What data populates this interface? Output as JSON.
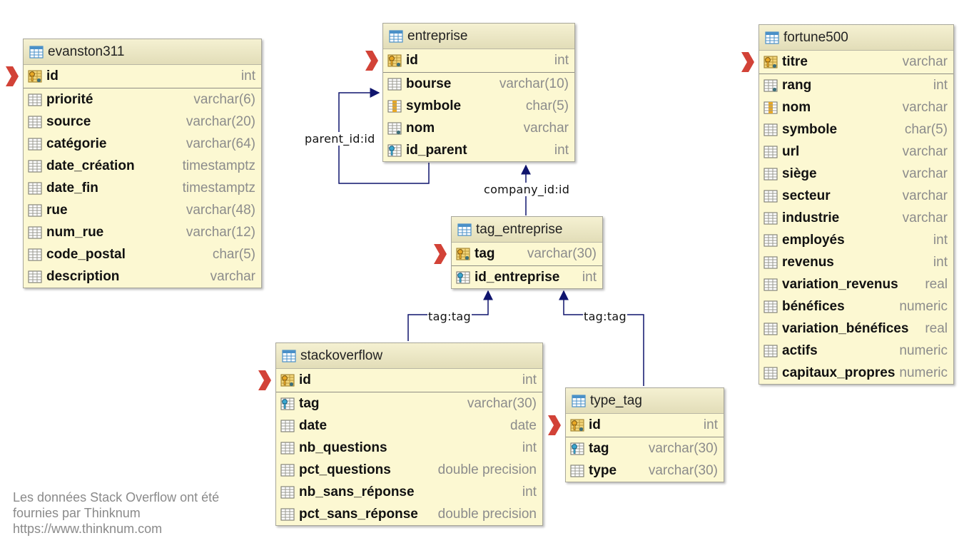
{
  "tables": {
    "evanston311": {
      "name": "evanston311",
      "columns": [
        {
          "name": "id",
          "type": "int",
          "icon": "primary-key-icon"
        },
        {
          "name": "priorité",
          "type": "varchar(6)",
          "icon": "column-icon"
        },
        {
          "name": "source",
          "type": "varchar(20)",
          "icon": "column-icon"
        },
        {
          "name": "catégorie",
          "type": "varchar(64)",
          "icon": "column-icon"
        },
        {
          "name": "date_création",
          "type": "timestamptz",
          "icon": "column-icon"
        },
        {
          "name": "date_fin",
          "type": "timestamptz",
          "icon": "column-icon"
        },
        {
          "name": "rue",
          "type": "varchar(48)",
          "icon": "column-icon"
        },
        {
          "name": "num_rue",
          "type": "varchar(12)",
          "icon": "column-icon"
        },
        {
          "name": "code_postal",
          "type": "char(5)",
          "icon": "column-icon"
        },
        {
          "name": "description",
          "type": "varchar",
          "icon": "column-icon"
        }
      ]
    },
    "entreprise": {
      "name": "entreprise",
      "columns": [
        {
          "name": "id",
          "type": "int",
          "icon": "primary-key-icon"
        },
        {
          "name": "bourse",
          "type": "varchar(10)",
          "icon": "column-icon"
        },
        {
          "name": "symbole",
          "type": "char(5)",
          "icon": "unique-column-icon"
        },
        {
          "name": "nom",
          "type": "varchar",
          "icon": "not-null-column-icon"
        },
        {
          "name": "id_parent",
          "type": "int",
          "icon": "foreign-key-icon"
        }
      ]
    },
    "fortune500": {
      "name": "fortune500",
      "columns": [
        {
          "name": "titre",
          "type": "varchar",
          "icon": "primary-key-icon"
        },
        {
          "name": "rang",
          "type": "int",
          "icon": "not-null-column-icon"
        },
        {
          "name": "nom",
          "type": "varchar",
          "icon": "unique-column-icon"
        },
        {
          "name": "symbole",
          "type": "char(5)",
          "icon": "column-icon"
        },
        {
          "name": "url",
          "type": "varchar",
          "icon": "column-icon"
        },
        {
          "name": "siège",
          "type": "varchar",
          "icon": "column-icon"
        },
        {
          "name": "secteur",
          "type": "varchar",
          "icon": "column-icon"
        },
        {
          "name": "industrie",
          "type": "varchar",
          "icon": "column-icon"
        },
        {
          "name": "employés",
          "type": "int",
          "icon": "column-icon"
        },
        {
          "name": "revenus",
          "type": "int",
          "icon": "column-icon"
        },
        {
          "name": "variation_revenus",
          "type": "real",
          "icon": "column-icon"
        },
        {
          "name": "bénéfices",
          "type": "numeric",
          "icon": "column-icon"
        },
        {
          "name": "variation_bénéfices",
          "type": "real",
          "icon": "column-icon"
        },
        {
          "name": "actifs",
          "type": "numeric",
          "icon": "column-icon"
        },
        {
          "name": "capitaux_propres",
          "type": "numeric",
          "icon": "column-icon"
        }
      ]
    },
    "tag_entreprise": {
      "name": "tag_entreprise",
      "columns": [
        {
          "name": "tag",
          "type": "varchar(30)",
          "icon": "primary-key-icon"
        },
        {
          "name": "id_entreprise",
          "type": "int",
          "icon": "foreign-key-icon"
        }
      ]
    },
    "stackoverflow": {
      "name": "stackoverflow",
      "columns": [
        {
          "name": "id",
          "type": "int",
          "icon": "primary-key-icon"
        },
        {
          "name": "tag",
          "type": "varchar(30)",
          "icon": "foreign-key-icon"
        },
        {
          "name": "date",
          "type": "date",
          "icon": "column-icon"
        },
        {
          "name": "nb_questions",
          "type": "int",
          "icon": "column-icon"
        },
        {
          "name": "pct_questions",
          "type": "double precision",
          "icon": "column-icon"
        },
        {
          "name": "nb_sans_réponse",
          "type": "int",
          "icon": "column-icon"
        },
        {
          "name": "pct_sans_réponse",
          "type": "double precision",
          "icon": "column-icon"
        }
      ]
    },
    "type_tag": {
      "name": "type_tag",
      "columns": [
        {
          "name": "id",
          "type": "int",
          "icon": "primary-key-icon"
        },
        {
          "name": "tag",
          "type": "varchar(30)",
          "icon": "foreign-key-icon"
        },
        {
          "name": "type",
          "type": "varchar(30)",
          "icon": "column-icon"
        }
      ]
    }
  },
  "relations": {
    "parent": "parent_id:id",
    "company": "company_id:id",
    "so_tag": "tag:tag",
    "type_tag": "tag:tag"
  },
  "credit": {
    "line1": "Les données Stack Overflow ont été",
    "line2": "fournies par Thinknum",
    "line3": "https://www.thinknum.com"
  },
  "colors": {
    "table_bg": "#fcf8d2",
    "header_bg": "#e9e5c3",
    "relation_line": "#0f146d",
    "pk_marker": "#d24237",
    "table_icon": "#4a90c8"
  }
}
